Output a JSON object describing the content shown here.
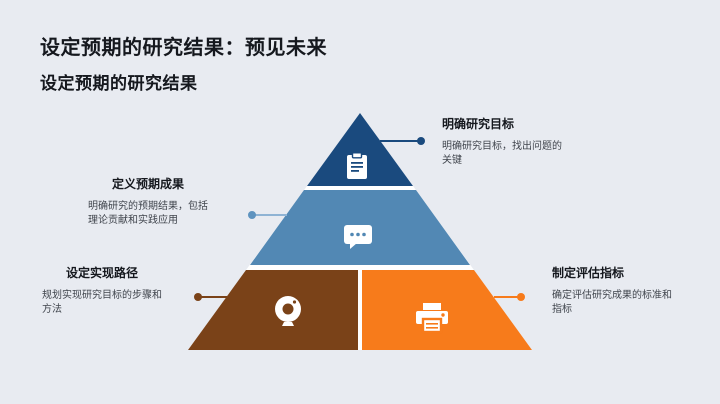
{
  "slide": {
    "title": "设定预期的研究结果：预见未来",
    "subtitle": "设定预期的研究结果"
  },
  "pyramid": {
    "levels": [
      {
        "name": "top",
        "icon": "clipboard-icon",
        "color": "#1a4a7e"
      },
      {
        "name": "middle",
        "icon": "chat-bubble-icon",
        "color": "#5288b4"
      },
      {
        "name": "bottom-left",
        "icon": "webcam-icon",
        "color": "#7a4218"
      },
      {
        "name": "bottom-right",
        "icon": "printer-icon",
        "color": "#f77b1b"
      }
    ]
  },
  "callouts": [
    {
      "id": "top-right",
      "title": "明确研究目标",
      "body_lines": [
        "明确研究目标，找出问题的",
        "关键"
      ],
      "accent": "#1f4e79"
    },
    {
      "id": "mid-left",
      "title": "定义预期成果",
      "body_lines": [
        "明确研究的预期结果，包括",
        "理论贡献和实践应用"
      ],
      "accent": "#6d9cc3"
    },
    {
      "id": "bottom-left",
      "title": "设定实现路径",
      "body_lines": [
        "规划实现研究目标的步骤和",
        "方法"
      ],
      "accent": "#7a4218"
    },
    {
      "id": "bottom-right",
      "title": "制定评估指标",
      "body_lines": [
        "确定评估研究成果的标准和",
        "指标"
      ],
      "accent": "#f77b1b"
    }
  ],
  "colors": {
    "bg": "#e8ebf1",
    "navy": "#1a4a7e",
    "steel": "#5288b4",
    "brown": "#7a4218",
    "orange": "#f77b1b",
    "line-light": "#8fb3d4",
    "dot-light": "#5e93bf",
    "heading": "#15181e",
    "body-text": "#40454d"
  }
}
